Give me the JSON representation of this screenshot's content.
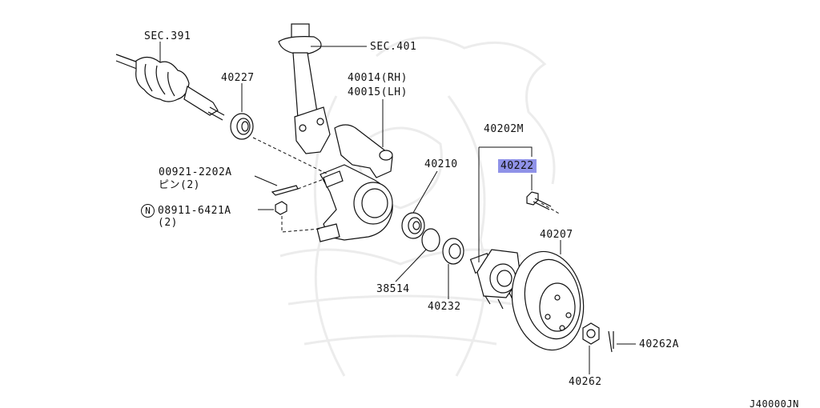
{
  "diagram_id": "J40000JN",
  "highlight_color": "#8f92e8",
  "labels": {
    "sec391": "SEC.391",
    "sec401": "SEC.401",
    "p40227": "40227",
    "p40014": "40014(RH)",
    "p40015": "40015(LH)",
    "p40202m": "40202M",
    "p40222": "40222",
    "p00921": "00921-2202A",
    "pin": "ピン(2)",
    "nut_symbol": "N",
    "p08911": "08911-6421A",
    "qty2": "(2)",
    "p40210": "40210",
    "p40207": "40207",
    "p38514": "38514",
    "p40232": "40232",
    "p40262a": "40262A",
    "p40262": "40262"
  }
}
